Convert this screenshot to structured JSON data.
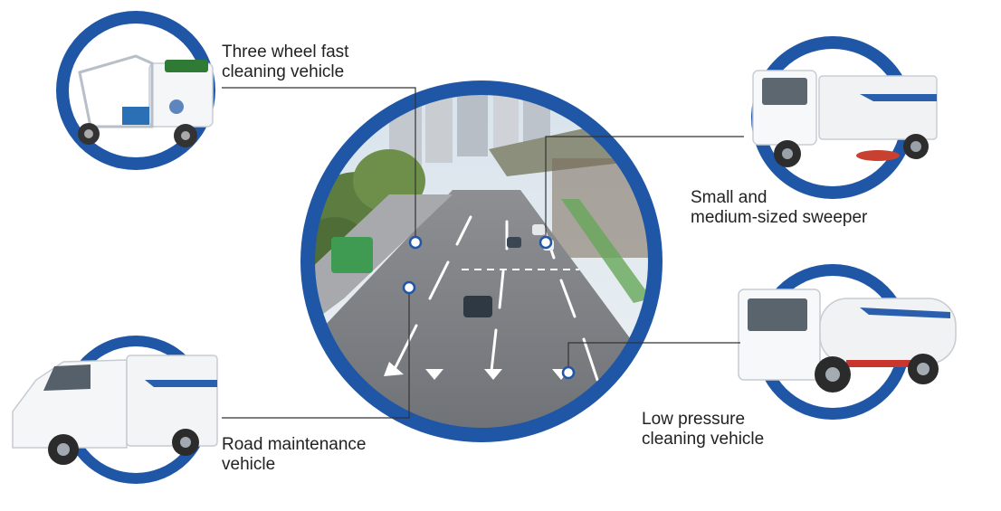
{
  "colors": {
    "ring": "#1f56a6",
    "connector": "#333333",
    "dot_fill": "#ffffff"
  },
  "center": {
    "image": "city-road-photo"
  },
  "vehicles": [
    {
      "id": "three",
      "label": "Three wheel fast\ncleaning vehicle",
      "image": "tricycle-cleaner-photo"
    },
    {
      "id": "sweeper",
      "label": "Small and\nmedium-sized sweeper",
      "image": "sweeper-truck-photo"
    },
    {
      "id": "road",
      "label": "Road maintenance\nvehicle",
      "image": "maintenance-van-photo"
    },
    {
      "id": "lowp",
      "label": "Low pressure\ncleaning vehicle",
      "image": "tanker-truck-photo"
    }
  ]
}
